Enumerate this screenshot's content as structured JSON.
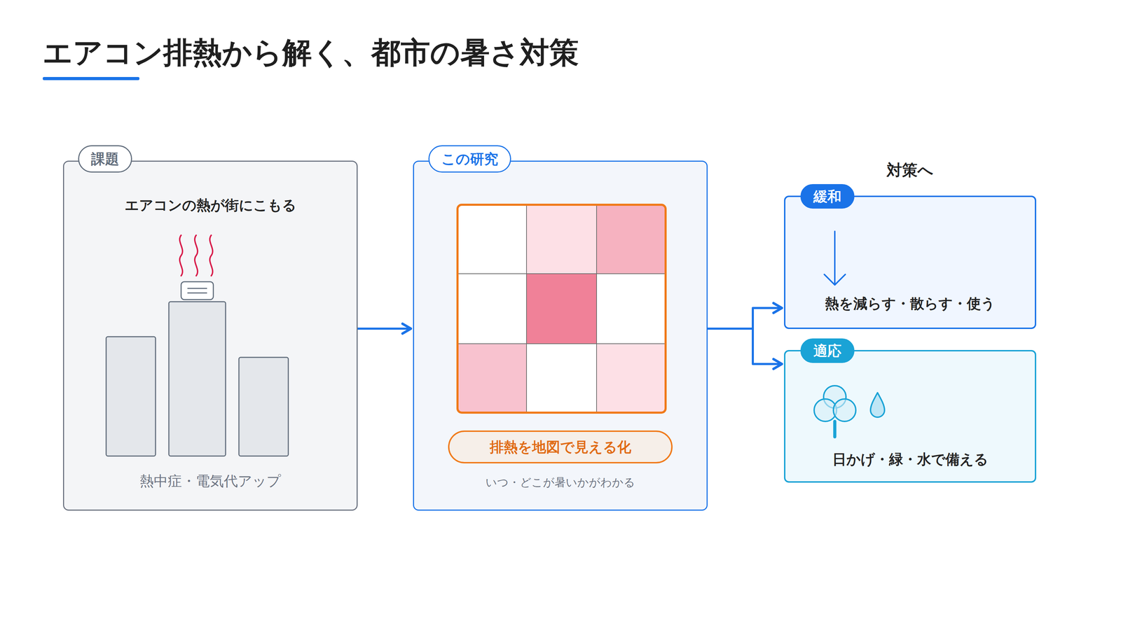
{
  "diagram": {
    "title": "エアコン排熱から解く、都市の暑さ対策",
    "nodes": [
      {
        "text": [
          "課題",
          "エアコンの熱が街にこもる",
          "熱中症・電気代アップ"
        ]
      },
      {
        "text": [
          "この研究",
          "いつ・どこが暑いかがわかる"
        ]
      },
      {
        "text": [
          "排熱を地図で見える化"
        ],
        "in": 1
      },
      {
        "text": [
          "緩和",
          "熱を減らす・散らす・使う"
        ]
      },
      {
        "text": [
          "適応",
          "日かげ・緑・水で備える"
        ]
      }
    ],
    "edges": [
      {
        "from": 0,
        "to": 1,
        "arrow": "to"
      },
      {
        "from": 1,
        "to": 3,
        "arrow": "to"
      },
      {
        "from": 1,
        "to": 4,
        "arrow": "to"
      }
    ],
    "labels": [
      "対策へ"
    ]
  }
}
